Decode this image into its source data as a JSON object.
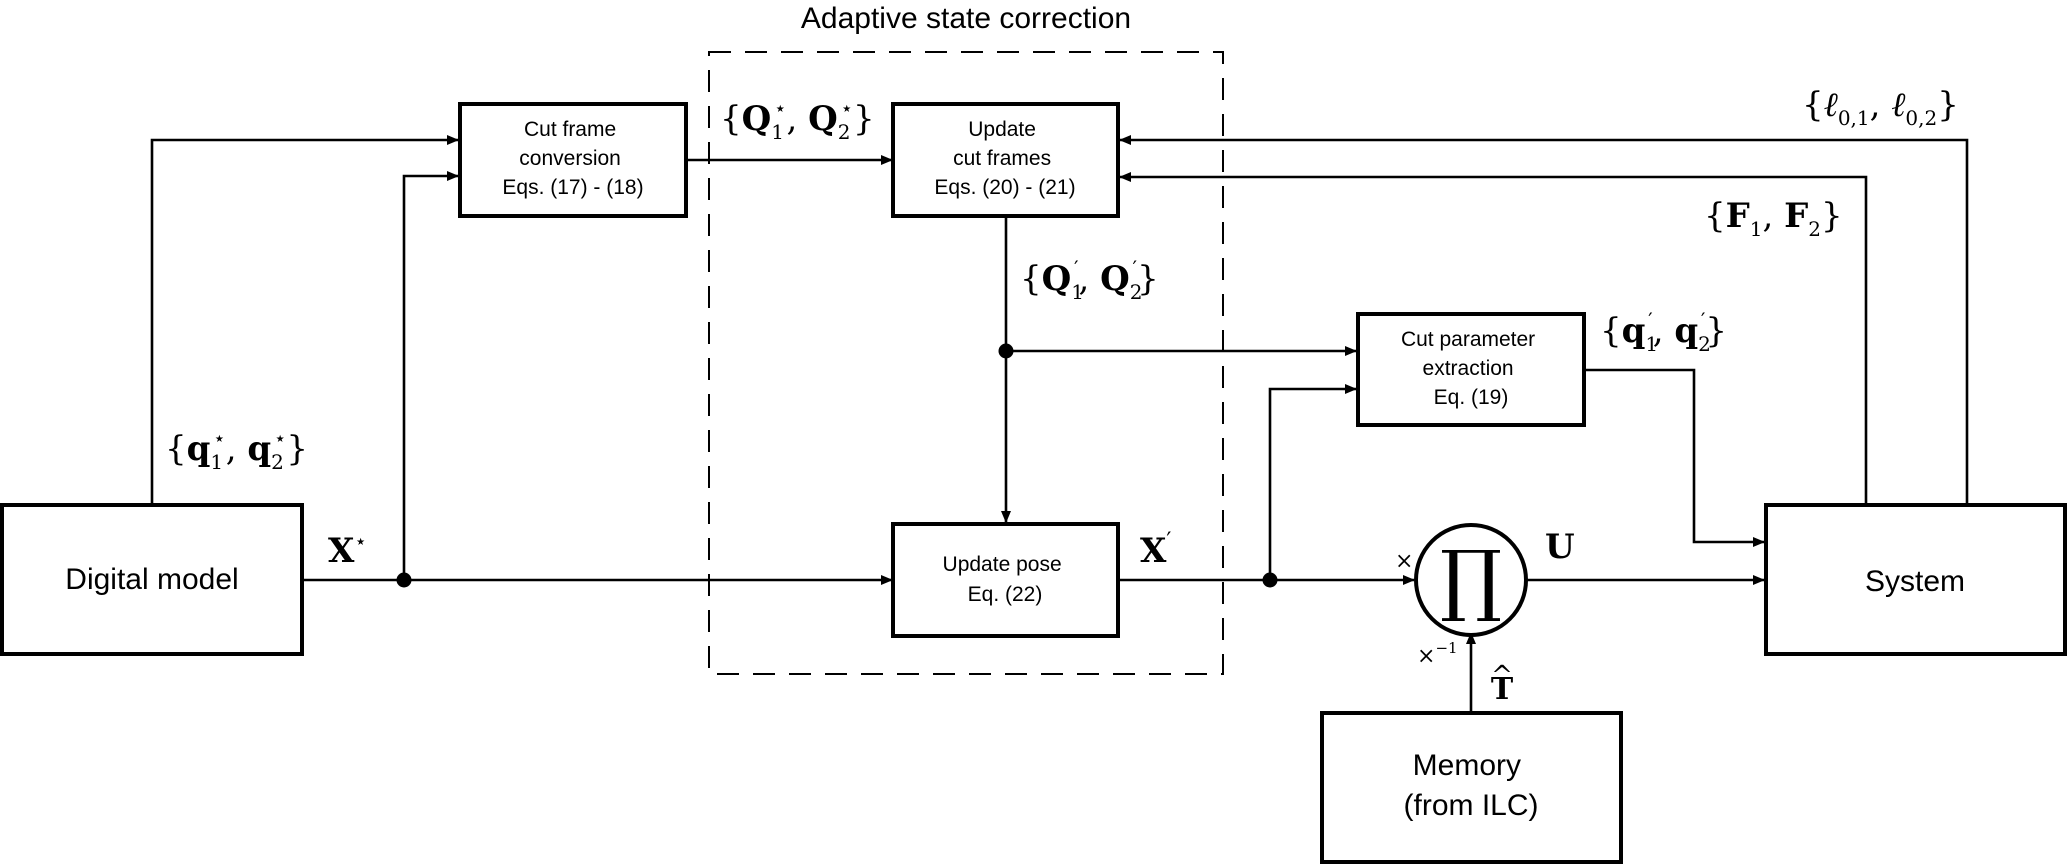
{
  "region": {
    "title": "Adaptive state correction"
  },
  "blocks": {
    "cut_frame_conversion": [
      "Cut frame",
      "conversion",
      "Eqs. (17) - (18)"
    ],
    "update_cut_frames": [
      "Update",
      "cut frames",
      "Eqs. (20) - (21)"
    ],
    "cut_parameter_extraction": [
      "Cut parameter",
      "extraction",
      "Eq. (19)"
    ],
    "update_pose": [
      "Update pose",
      "Eq. (22)"
    ],
    "digital_model": [
      "Digital model"
    ],
    "system": [
      "System"
    ],
    "memory": [
      "Memory",
      "(from ILC)"
    ],
    "product_symbol": "∏"
  },
  "signals": {
    "q_star": {
      "open": "{",
      "v1": "q",
      "s1": "1",
      "x1": "⋆",
      "sep": ", ",
      "v2": "q",
      "s2": "2",
      "x2": "⋆",
      "close": "}"
    },
    "Q_star": {
      "open": "{",
      "v1": "Q",
      "s1": "1",
      "x1": "⋆",
      "sep": ", ",
      "v2": "Q",
      "s2": "2",
      "x2": "⋆",
      "close": "}"
    },
    "Q_prime": {
      "open": "{",
      "v1": "Q",
      "s1": "1",
      "x1": "′",
      "sep": ", ",
      "v2": "Q",
      "s2": "2",
      "x2": "′",
      "close": "}"
    },
    "q_prime": {
      "open": "{",
      "v1": "q",
      "s1": "1",
      "x1": "′",
      "sep": ", ",
      "v2": "q",
      "s2": "2",
      "x2": "′",
      "close": "}"
    },
    "ell": {
      "open": "{",
      "v1": "ℓ",
      "s1": "0,1",
      "sep": ", ",
      "v2": "ℓ",
      "s2": "0,2",
      "close": "}"
    },
    "F": {
      "open": "{",
      "v1": "F",
      "s1": "1",
      "sep": ", ",
      "v2": "F",
      "s2": "2",
      "close": "}"
    },
    "X_star": {
      "v": "X",
      "x": "⋆"
    },
    "X_prime": {
      "v": "X",
      "x": "′"
    },
    "U": "U",
    "T_hat": {
      "v": "T",
      "hat": "^"
    },
    "times": "×",
    "times_inv": {
      "base": "×",
      "exp": "−1"
    }
  }
}
